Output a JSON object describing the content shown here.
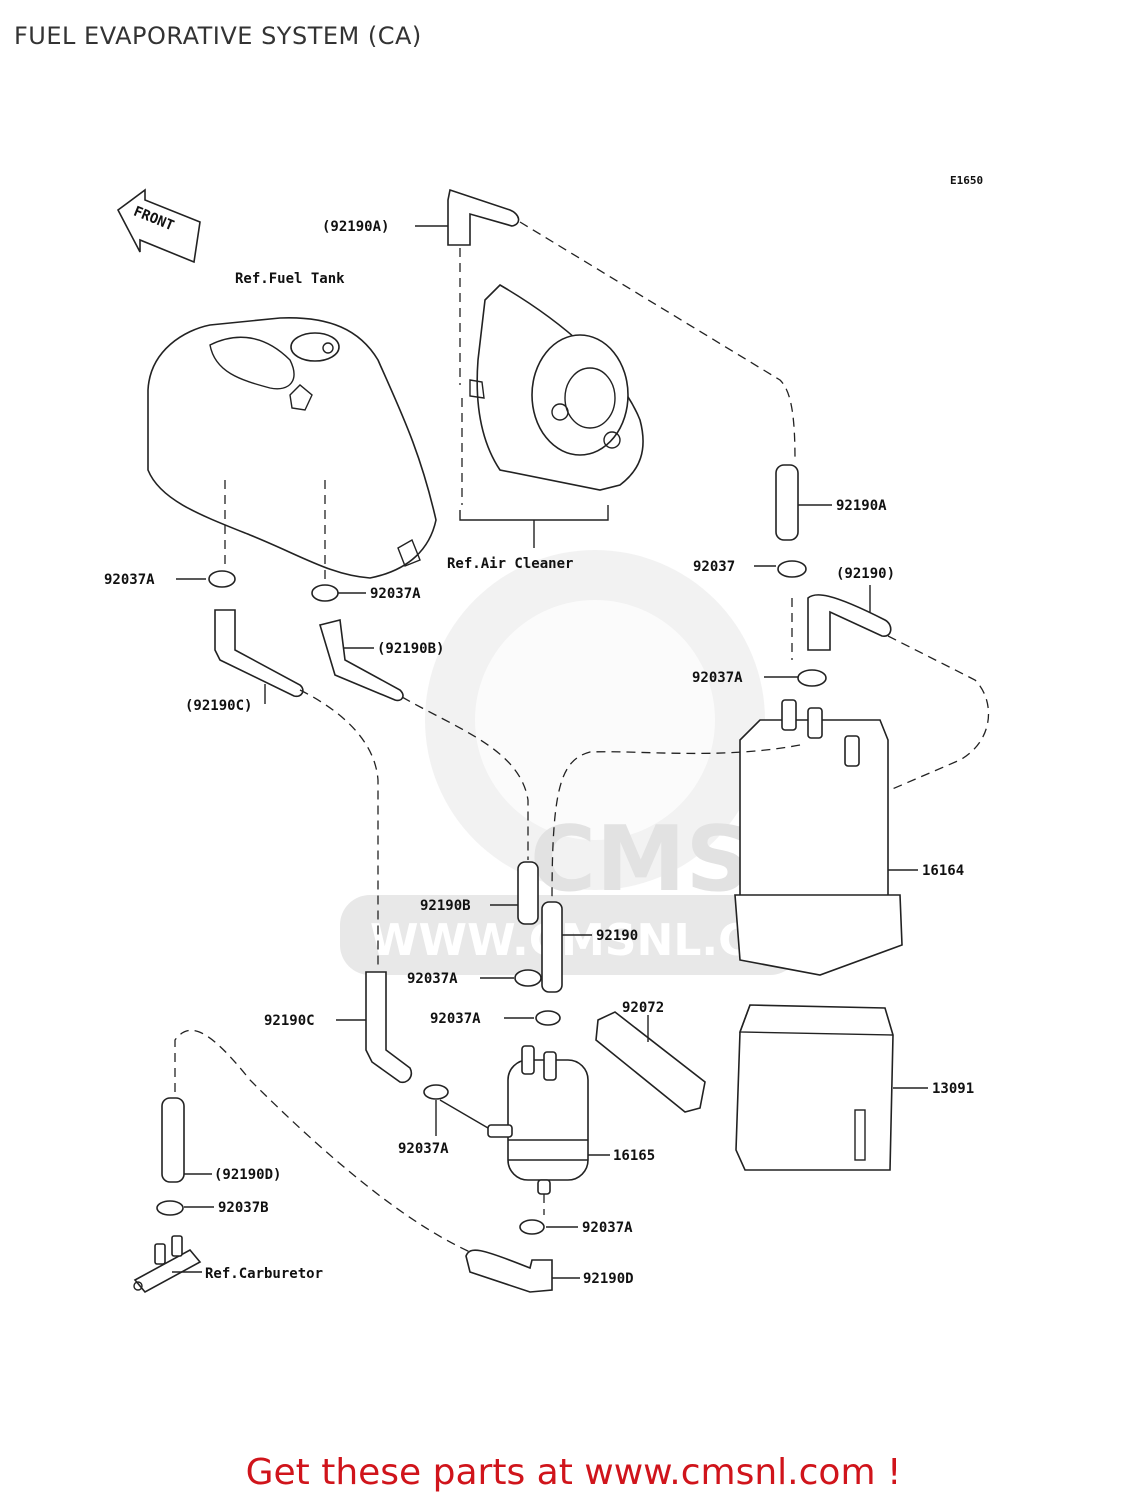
{
  "title": "FUEL EVAPORATIVE SYSTEM (CA)",
  "diagram_code": "E1650",
  "front_marker": "FRONT",
  "labels": {
    "ref_fuel_tank": "Ref.Fuel Tank",
    "ref_air_cleaner": "Ref.Air Cleaner",
    "ref_carburetor": "Ref.Carburetor",
    "p_92190A_paren": "(92190A)",
    "p_92190A": "92190A",
    "p_92037": "92037",
    "p_92190_paren": "(92190)",
    "p_92037A_1": "92037A",
    "p_92037A_2": "92037A",
    "p_92037A_3": "92037A",
    "p_92037A_4": "92037A",
    "p_92037A_5": "92037A",
    "p_92037A_6": "92037A",
    "p_92037A_7": "92037A",
    "p_92190B_paren": "(92190B)",
    "p_92190C_paren": "(92190C)",
    "p_16164": "16164",
    "p_92190B": "92190B",
    "p_92190": "92190",
    "p_92190C": "92190C",
    "p_92072": "92072",
    "p_13091": "13091",
    "p_16165": "16165",
    "p_92190D_paren": "(92190D)",
    "p_92037B": "92037B",
    "p_92190D": "92190D"
  },
  "watermark": {
    "logo": "CMS",
    "url": "WWW.CMSNL.COM"
  },
  "promo_text": "Get these parts at www.cmsnl.com !",
  "colors": {
    "promo": "#d0141b",
    "line": "#222222",
    "watermark": "#e8e8e8"
  }
}
